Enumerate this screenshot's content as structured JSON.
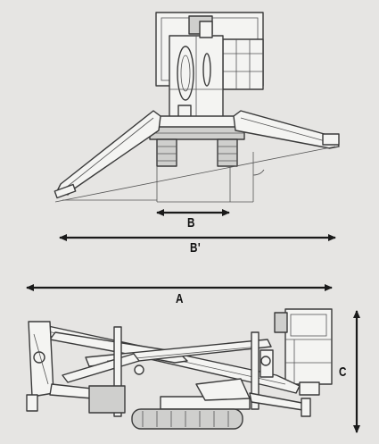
{
  "labels": {
    "b": "B",
    "b_prime": "B'",
    "a": "A",
    "c": "C"
  }
}
